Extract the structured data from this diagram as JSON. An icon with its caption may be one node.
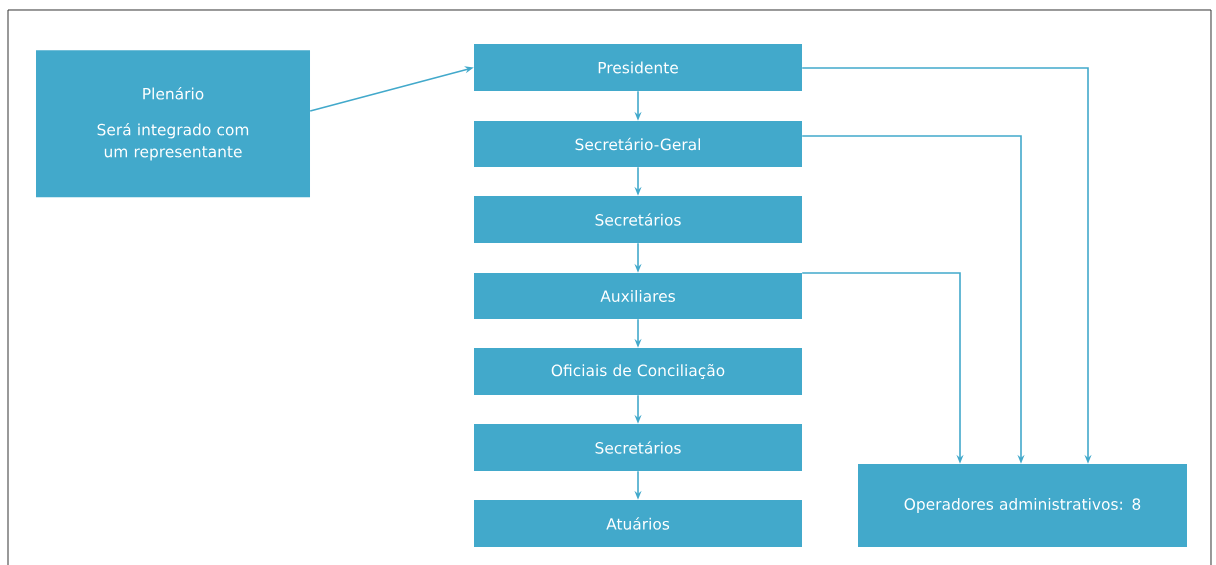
{
  "diagram": {
    "nodes": [
      {
        "text": [
          "Plenário",
          "Será integrado com um representante"
        ]
      },
      {
        "text": [
          "Presidente"
        ]
      },
      {
        "text": [
          "Secretário-Geral"
        ]
      },
      {
        "text": [
          "Secretários"
        ]
      },
      {
        "text": [
          "Auxiliares"
        ]
      },
      {
        "text": [
          "Oficiais de Conciliação"
        ]
      },
      {
        "text": [
          "Secretários"
        ]
      },
      {
        "text": [
          "Atuários"
        ]
      },
      {
        "text": [
          "Operadores administrativos: 8"
        ]
      }
    ],
    "edges": [
      {
        "from": 0,
        "to": 1,
        "arrow": "to"
      },
      {
        "from": 1,
        "to": 2,
        "arrow": "to"
      },
      {
        "from": 2,
        "to": 3,
        "arrow": "to"
      },
      {
        "from": 3,
        "to": 4,
        "arrow": "to"
      },
      {
        "from": 4,
        "to": 5,
        "arrow": "to"
      },
      {
        "from": 5,
        "to": 6,
        "arrow": "to"
      },
      {
        "from": 6,
        "to": 7,
        "arrow": "to"
      },
      {
        "from": 1,
        "to": 8,
        "arrow": "to"
      },
      {
        "from": 2,
        "to": 8,
        "arrow": "to"
      },
      {
        "from": 4,
        "to": 8,
        "arrow": "to"
      }
    ]
  }
}
